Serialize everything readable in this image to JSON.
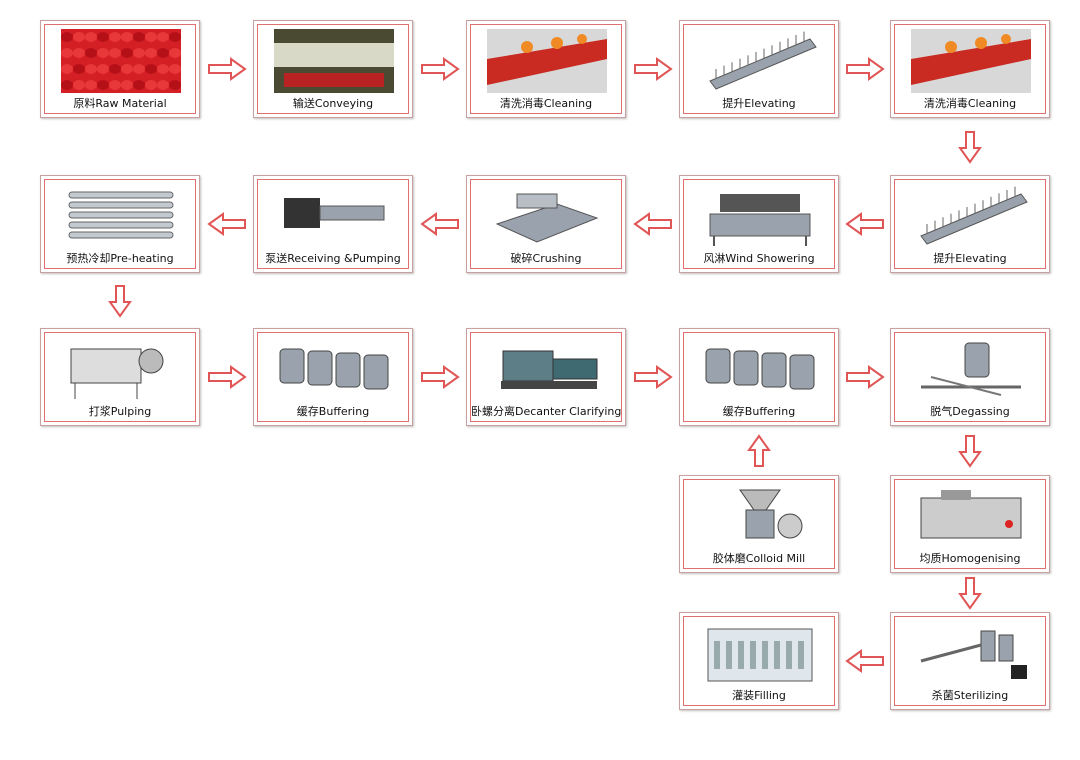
{
  "colors": {
    "arrow": "#e05555",
    "frame": "#e07070",
    "metal": "#9aa3ad",
    "tomato": "#d41f24"
  },
  "steps": [
    {
      "label": "原料Raw Material",
      "icon": "tomatoes-icon"
    },
    {
      "label": "输送Conveying",
      "icon": "conveyor-icon"
    },
    {
      "label": "清洗消毒Cleaning",
      "icon": "washer-icon"
    },
    {
      "label": "提升Elevating",
      "icon": "elevator-icon"
    },
    {
      "label": "清洗消毒Cleaning",
      "icon": "washer-icon"
    },
    {
      "label": "提升Elevating",
      "icon": "elevator-icon"
    },
    {
      "label": "风淋Wind Showering",
      "icon": "wind-shower-icon"
    },
    {
      "label": "破碎Crushing",
      "icon": "crusher-icon"
    },
    {
      "label": "泵送Receiving &Pumping",
      "icon": "pump-icon"
    },
    {
      "label": "预热冷却Pre-heating",
      "icon": "heat-exchanger-icon"
    },
    {
      "label": "打浆Pulping",
      "icon": "pulper-icon"
    },
    {
      "label": "缓存Buffering",
      "icon": "tanks-icon"
    },
    {
      "label": "卧螺分离Decanter Clarifying",
      "icon": "decanter-icon"
    },
    {
      "label": "缓存Buffering",
      "icon": "tanks-icon"
    },
    {
      "label": "脱气Degassing",
      "icon": "degasser-icon"
    },
    {
      "label": "胶体磨Colloid Mill",
      "icon": "colloid-mill-icon"
    },
    {
      "label": "均质Homogenising",
      "icon": "homogenizer-icon"
    },
    {
      "label": "杀菌Sterilizing",
      "icon": "sterilizer-icon"
    },
    {
      "label": "灌装Filling",
      "icon": "filling-machine-icon"
    }
  ]
}
